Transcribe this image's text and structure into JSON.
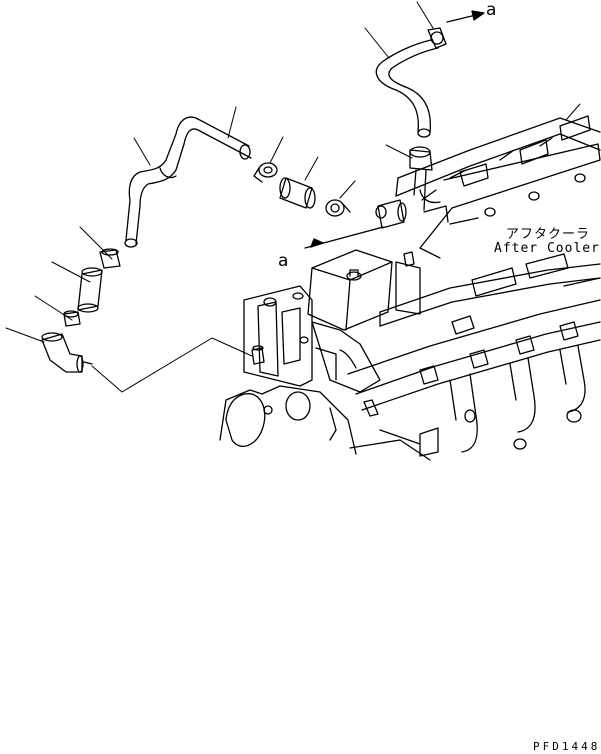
{
  "reference_marks": {
    "top": "a",
    "left": "a"
  },
  "callout": {
    "jp": "アフタクーラ",
    "en": "After Cooler"
  },
  "drawing_code": "PFD1448",
  "colors": {
    "ink": "#000000",
    "paper": "#ffffff"
  }
}
